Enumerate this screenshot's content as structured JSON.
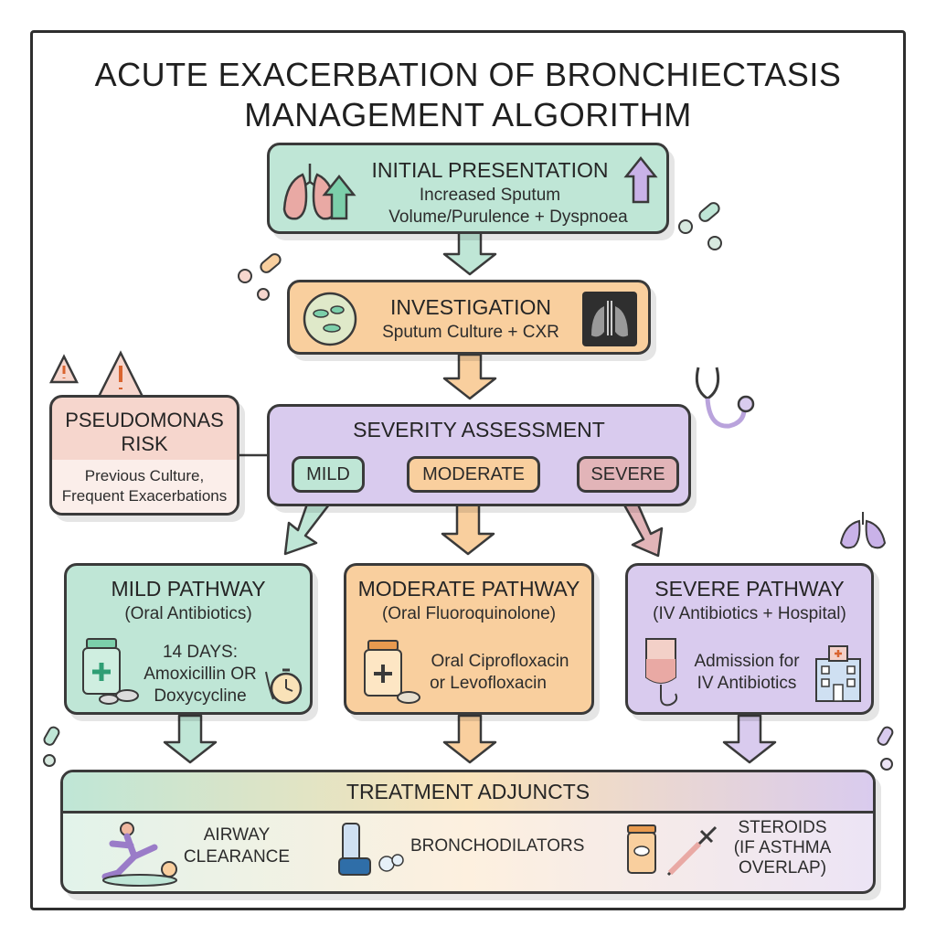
{
  "title": {
    "line1": "ACUTE EXACERBATION OF BRONCHIECTASIS",
    "line2": "MANAGEMENT ALGORITHM"
  },
  "initial": {
    "heading": "INITIAL PRESENTATION",
    "line1": "Increased Sputum",
    "line2": "Volume/Purulence + Dyspnoea"
  },
  "investigation": {
    "heading": "INVESTIGATION",
    "detail": "Sputum Culture + CXR"
  },
  "pseudomonas": {
    "heading1": "PSEUDOMONAS",
    "heading2": "RISK",
    "line1": "Previous Culture,",
    "line2": "Frequent Exacerbations"
  },
  "severity": {
    "heading": "SEVERITY ASSESSMENT",
    "mild": "MILD",
    "moderate": "MODERATE",
    "severe": "SEVERE"
  },
  "mild_pathway": {
    "heading": "MILD PATHWAY",
    "sub": "(Oral Antibiotics)",
    "line1": "14 DAYS:",
    "line2": "Amoxicillin OR",
    "line3": "Doxycycline"
  },
  "moderate_pathway": {
    "heading": "MODERATE PATHWAY",
    "sub": "(Oral Fluoroquinolone)",
    "line1": "Oral Ciprofloxacin",
    "line2": "or Levofloxacin"
  },
  "severe_pathway": {
    "heading": "SEVERE PATHWAY",
    "sub": "(IV Antibiotics + Hospital)",
    "line1": "Admission for",
    "line2": "IV Antibiotics"
  },
  "adjuncts": {
    "heading": "TREATMENT ADJUNCTS",
    "airway1": "AIRWAY",
    "airway2": "CLEARANCE",
    "bronch": "BRONCHODILATORS",
    "steroids1": "STEROIDS",
    "steroids2": "(IF ASTHMA",
    "steroids3": "OVERLAP)"
  },
  "colors": {
    "green": "#bfe6d6",
    "orange": "#f9cf9e",
    "purple": "#d9cbee",
    "pink": "#f6d6cd",
    "outline": "#3a3a3a"
  },
  "icons": [
    "lungs-icon",
    "up-arrow-icon",
    "bacteria-dish-icon",
    "chest-xray-icon",
    "warning-icon",
    "stethoscope-icon",
    "pill-bottle-icon",
    "stopwatch-icon",
    "iv-bag-icon",
    "hospital-icon",
    "exercise-figure-icon",
    "inhaler-icon",
    "syringe-icon",
    "pills-icon"
  ]
}
